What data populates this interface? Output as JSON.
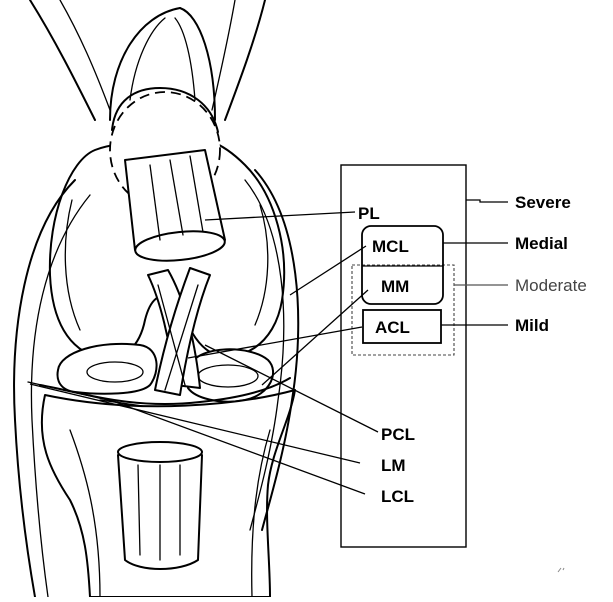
{
  "labels": {
    "pl": "PL",
    "mcl": "MCL",
    "mm": "MM",
    "acl": "ACL",
    "pcl": "PCL",
    "lm": "LM",
    "lcl": "LCL"
  },
  "severity": {
    "severe": "Severe",
    "medial": "Medial",
    "moderate": "Moderate",
    "mild": "Mild"
  }
}
